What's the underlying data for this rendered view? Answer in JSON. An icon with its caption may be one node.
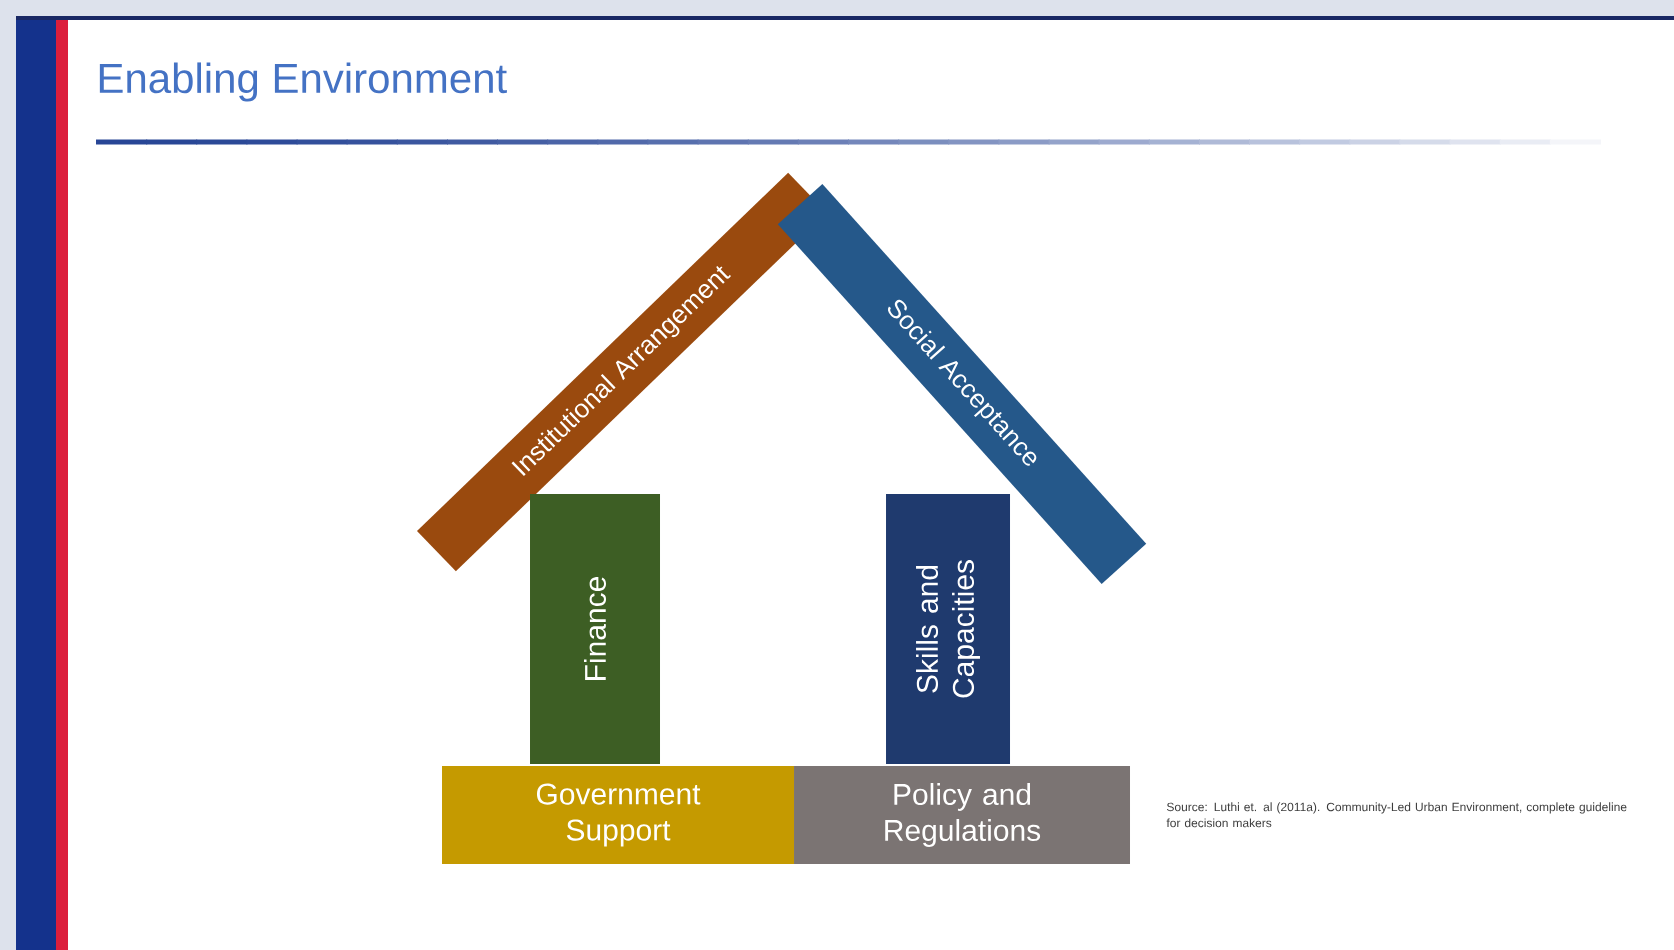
{
  "diagram": {
    "title": "Enabling Environment",
    "nodes": [
      {
        "text": [
          "Institutional Arrangement"
        ]
      },
      {
        "text": [
          "Social Acceptance"
        ]
      },
      {
        "text": [
          "Finance"
        ]
      },
      {
        "text": [
          "Skills and Capacities"
        ]
      },
      {
        "text": [
          "Government Support"
        ]
      },
      {
        "text": [
          "Policy and Regulations"
        ]
      }
    ],
    "labels": [
      "Source: Luthi et. al (2011a). Community-Led Urban Environment, complete guideline for decision makers"
    ]
  }
}
